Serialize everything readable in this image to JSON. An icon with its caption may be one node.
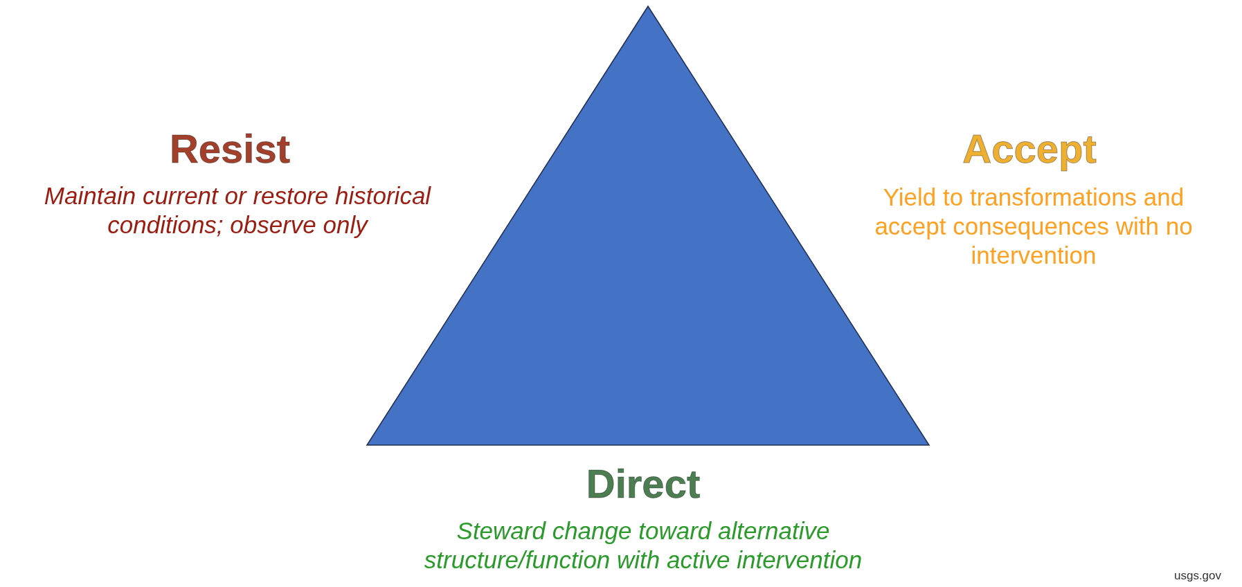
{
  "diagram": {
    "labels": [
      "Resist",
      "Maintain current or restore historical conditions; observe only",
      "Accept",
      "Yield to transformations and accept consequences with no intervention",
      "Direct",
      "Steward change toward alternative structure/function with active intervention",
      "usgs.gov"
    ]
  }
}
